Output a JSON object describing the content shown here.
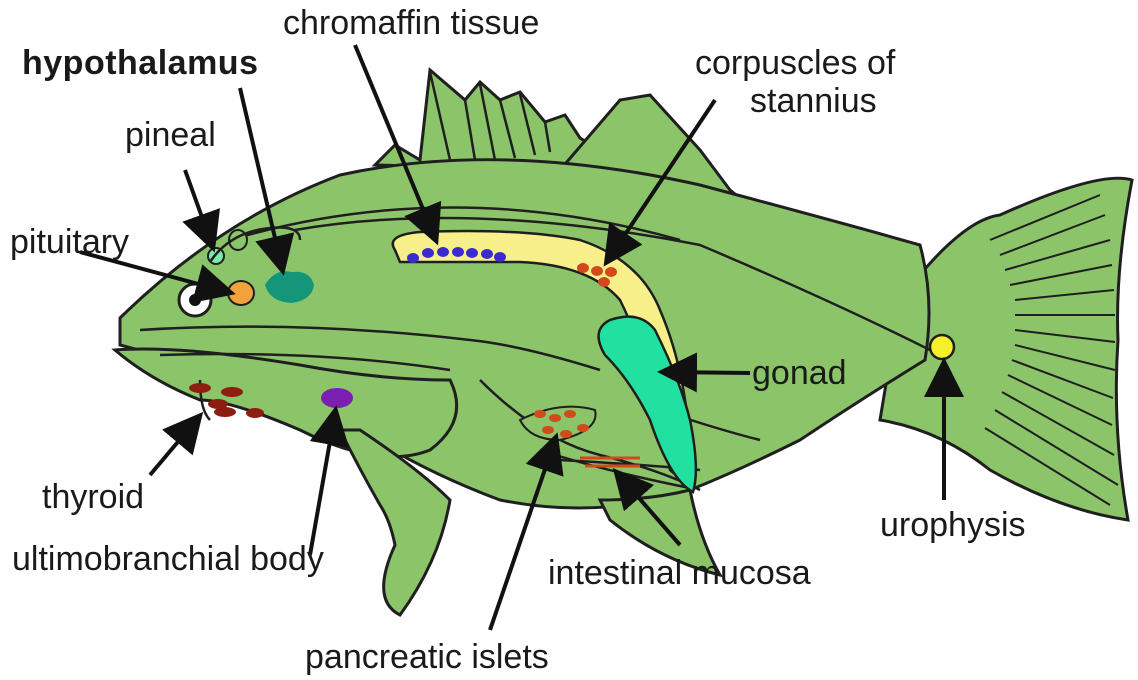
{
  "labels": {
    "chromaffin_tissue": "chromaffin tissue",
    "hypothalamus": "hypothalamus",
    "pineal": "pineal",
    "pituitary": "pituitary",
    "corpuscles_line1": "corpuscles of",
    "corpuscles_line2": "stannius",
    "gonad": "gonad",
    "thyroid": "thyroid",
    "ultimobranchial_body": "ultimobranchial body",
    "intestinal_mucosa": "intestinal mucosa",
    "urophysis": "urophysis",
    "pancreatic_islets": "pancreatic islets"
  },
  "colors": {
    "body": "#8cc46a",
    "outline": "#1f1f1f",
    "kidney": "#f7f08a",
    "gonad": "#22e0a0",
    "chromaffin": "#3b2ad1",
    "pituitary": "#f2a23a",
    "hypothalamus": "#15967a",
    "thyroid": "#8b1e0f",
    "ultimobranchial": "#7a1fb0",
    "corpuscles": "#d04a1c",
    "urophysis": "#f5f02a",
    "pineal": "#7ee8a6"
  }
}
